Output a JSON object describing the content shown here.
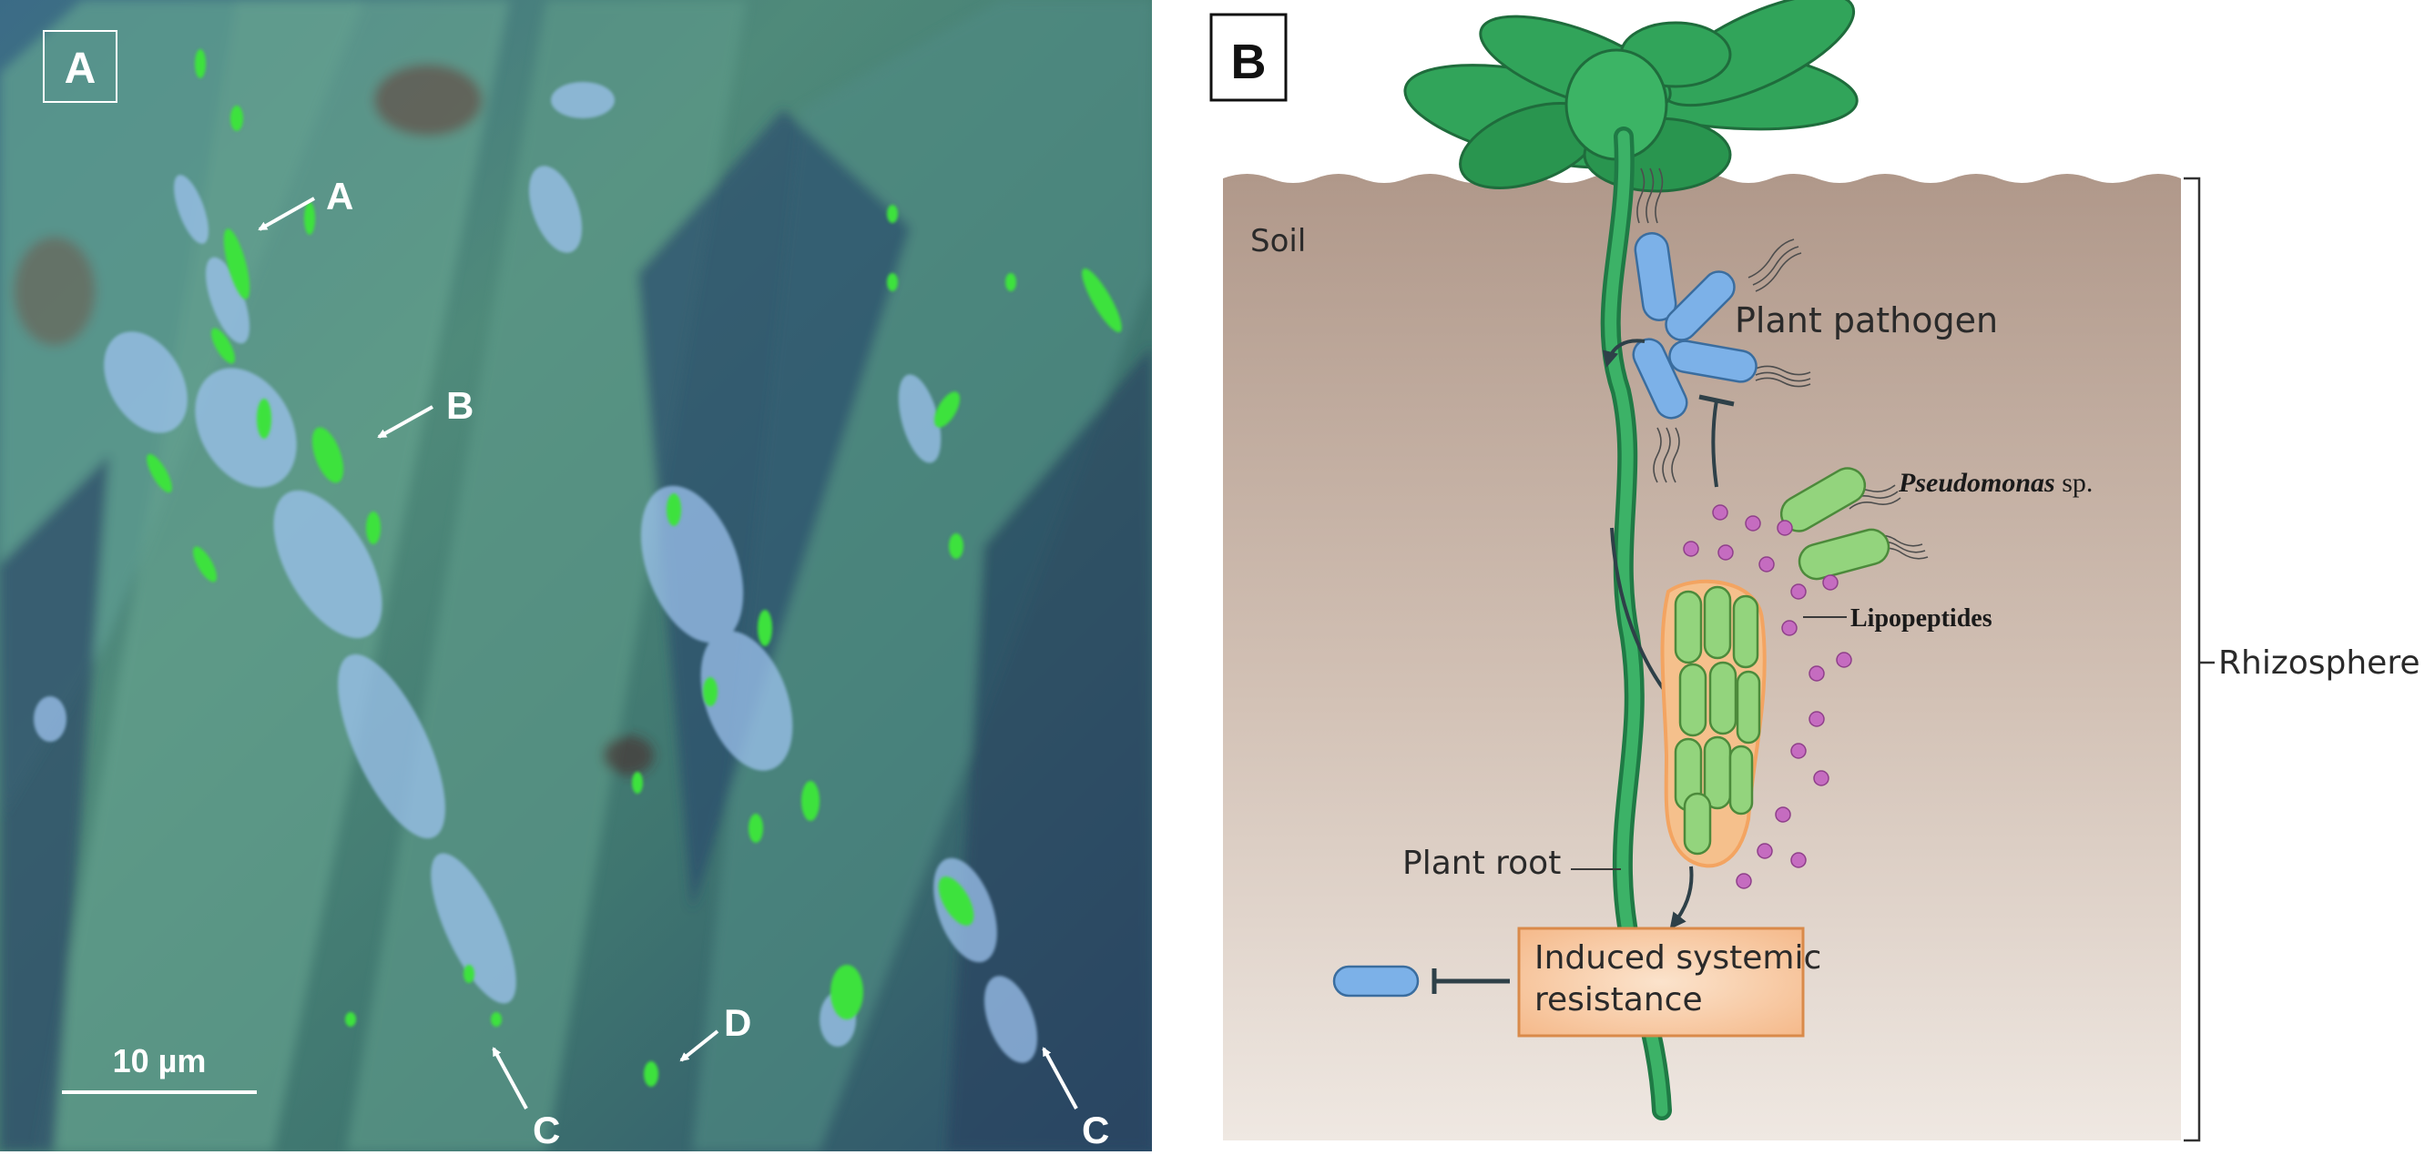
{
  "panel_a": {
    "letter": "A",
    "labels": {
      "a": "A",
      "b": "B",
      "c1": "C",
      "c2": "C",
      "d": "D"
    },
    "scale_bar": "10 µm",
    "colors": {
      "background": "#3c6f78",
      "bacteria_green": "#39e33a",
      "bacteria_blue": "#8fb8e8"
    }
  },
  "panel_b": {
    "letter": "B",
    "soil_label": "Soil",
    "pathogen_label": "Plant pathogen",
    "pseudomonas_italic": "Pseudomonas",
    "pseudomonas_suffix": " sp.",
    "lipopeptides_label": "Lipopeptides",
    "root_label": "Plant root",
    "isr_line1": "Induced systemic",
    "isr_line2": "resistance",
    "rhizosphere_label": "Rhizosphere",
    "colors": {
      "soil_top": "#b09584",
      "soil_bottom": "#eee7e1",
      "plant_green": "#2fa05a",
      "pathogen_blue": "#7aaee6",
      "pseudomonas_green": "#8fd37d",
      "lipopeptide": "#c46bbd",
      "isr_box": "#f6c59a"
    }
  }
}
